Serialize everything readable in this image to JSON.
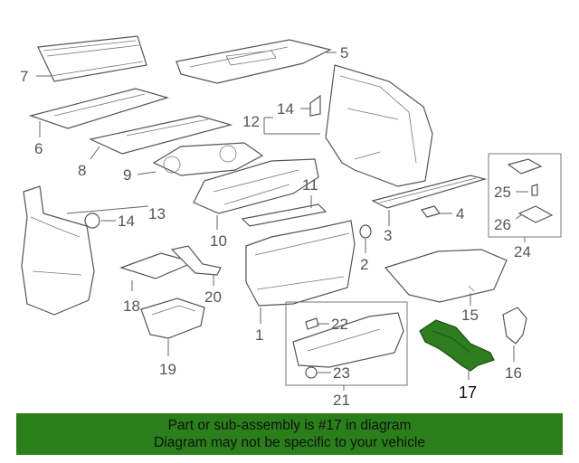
{
  "diagram": {
    "callouts": {
      "c1": "1",
      "c2": "2",
      "c3": "3",
      "c4": "4",
      "c5": "5",
      "c6": "6",
      "c7": "7",
      "c8": "8",
      "c9": "9",
      "c10": "10",
      "c11": "11",
      "c12": "12",
      "c13": "13",
      "c14a": "14",
      "c14b": "14",
      "c15": "15",
      "c16": "16",
      "c17": "17",
      "c18": "18",
      "c19": "19",
      "c20": "20",
      "c21": "21",
      "c22": "22",
      "c23": "23",
      "c24": "24",
      "c25": "25",
      "c26": "26"
    },
    "highlighted_part": "17",
    "highlight_color": "#2e7d1f"
  },
  "banner": {
    "line1": "Part or sub-assembly is #17 in diagram",
    "line2": "Diagram may not be specific to your vehicle",
    "background": "#2a7f1a"
  }
}
